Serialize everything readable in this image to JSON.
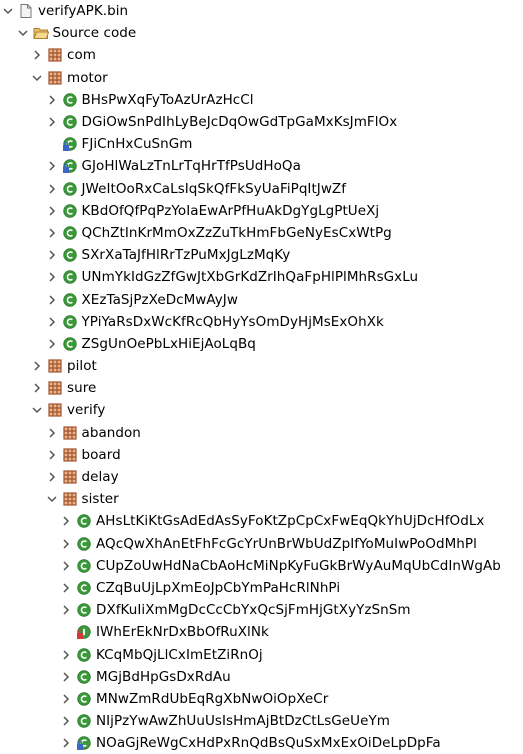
{
  "tree": [
    {
      "label": "verifyAPK.bin",
      "icon": "file-icon",
      "depth": 0,
      "arrow": "expanded"
    },
    {
      "label": "Source code",
      "icon": "folder-icon",
      "depth": 1,
      "arrow": "expanded"
    },
    {
      "label": "com",
      "icon": "package-icon",
      "depth": 2,
      "arrow": "collapsed"
    },
    {
      "label": "motor",
      "icon": "package-icon",
      "depth": 2,
      "arrow": "expanded"
    },
    {
      "label": "BHsPwXqFyToAzUrAzHcCl",
      "icon": "class-icon",
      "depth": 3,
      "arrow": "collapsed"
    },
    {
      "label": "DGiOwSnPdIhLyBeJcDqOwGdTpGaMxKsJmFlOx",
      "icon": "class-icon",
      "depth": 3,
      "arrow": "collapsed"
    },
    {
      "label": "FJiCnHxCuSnGm",
      "icon": "class-locked-icon",
      "depth": 3,
      "arrow": "none"
    },
    {
      "label": "GJoHlWaLzTnLrTqHrTfPsUdHoQa",
      "icon": "class-locked-icon",
      "depth": 3,
      "arrow": "collapsed"
    },
    {
      "label": "JWeItOoRxCaLsIqSkQfFkSyUaFiPqItJwZf",
      "icon": "class-icon",
      "depth": 3,
      "arrow": "collapsed"
    },
    {
      "label": "KBdOfQfPqPzYoIaEwArPfHuAkDgYgLgPtUeXj",
      "icon": "class-icon",
      "depth": 3,
      "arrow": "collapsed"
    },
    {
      "label": "QChZtInKrMmOxZzZuTkHmFbGeNyEsCxWtPg",
      "icon": "class-icon",
      "depth": 3,
      "arrow": "collapsed"
    },
    {
      "label": "SXrXaTaJfHlRrTzPuMxJgLzMqKy",
      "icon": "class-icon",
      "depth": 3,
      "arrow": "collapsed"
    },
    {
      "label": "UNmYkIdGzZfGwJtXbGrKdZrIhQaFpHlPlMhRsGxLu",
      "icon": "class-icon",
      "depth": 3,
      "arrow": "collapsed"
    },
    {
      "label": "XEzTaSjPzXeDcMwAyJw",
      "icon": "class-icon",
      "depth": 3,
      "arrow": "collapsed"
    },
    {
      "label": "YPiYaRsDxWcKfRcQbHyYsOmDyHjMsExOhXk",
      "icon": "class-icon",
      "depth": 3,
      "arrow": "collapsed"
    },
    {
      "label": "ZSgUnOePbLxHiEjAoLqBq",
      "icon": "class-icon",
      "depth": 3,
      "arrow": "collapsed"
    },
    {
      "label": "pilot",
      "icon": "package-icon",
      "depth": 2,
      "arrow": "collapsed"
    },
    {
      "label": "sure",
      "icon": "package-icon",
      "depth": 2,
      "arrow": "collapsed"
    },
    {
      "label": "verify",
      "icon": "package-icon",
      "depth": 2,
      "arrow": "expanded"
    },
    {
      "label": "abandon",
      "icon": "package-icon",
      "depth": 3,
      "arrow": "collapsed"
    },
    {
      "label": "board",
      "icon": "package-icon",
      "depth": 3,
      "arrow": "collapsed"
    },
    {
      "label": "delay",
      "icon": "package-icon",
      "depth": 3,
      "arrow": "collapsed"
    },
    {
      "label": "sister",
      "icon": "package-icon",
      "depth": 3,
      "arrow": "expanded"
    },
    {
      "label": "AHsLtKiKtGsAdEdAsSyFoKtZpCpCxFwEqQkYhUjDcHfOdLx",
      "icon": "class-icon",
      "depth": 4,
      "arrow": "collapsed"
    },
    {
      "label": "AQcQwXhAnEtFhFcGcYrUnBrWbUdZpIfYoMuIwPoOdMhPl",
      "icon": "class-icon",
      "depth": 4,
      "arrow": "collapsed"
    },
    {
      "label": "CUpZoUwHdNaCbAoHcMiNpKyFuGkBrWyAuMqUbCdInWgAb",
      "icon": "class-icon",
      "depth": 4,
      "arrow": "collapsed"
    },
    {
      "label": "CZqBuUjLpXmEoJpCbYmPaHcRlNhPi",
      "icon": "class-icon",
      "depth": 4,
      "arrow": "collapsed"
    },
    {
      "label": "DXfKuIiXmMgDcCcCbYxQcSjFmHjGtXyYzSnSm",
      "icon": "class-icon",
      "depth": 4,
      "arrow": "collapsed"
    },
    {
      "label": "IWhErEkNrDxBbOfRuXlNk",
      "icon": "interface-locked-icon",
      "depth": 4,
      "arrow": "none"
    },
    {
      "label": "KCqMbQjLlCxImEtZiRnOj",
      "icon": "class-icon",
      "depth": 4,
      "arrow": "collapsed"
    },
    {
      "label": "MGjBdHpGsDxRdAu",
      "icon": "class-icon",
      "depth": 4,
      "arrow": "collapsed"
    },
    {
      "label": "MNwZmRdUbEqRgXbNwOiOpXeCr",
      "icon": "class-icon",
      "depth": 4,
      "arrow": "collapsed"
    },
    {
      "label": "NIjPzYwAwZhUuUsIsHmAjBtDzCtLsGeUeYm",
      "icon": "class-icon",
      "depth": 4,
      "arrow": "collapsed"
    },
    {
      "label": "NOaGjReWgCxHdPxRnQdBsQuSxMxExOiDeLpDpFa",
      "icon": "class-locked-icon",
      "depth": 4,
      "arrow": "collapsed"
    }
  ],
  "colors": {
    "class_green": "#3a9a3a",
    "package_brown": "#a0522d",
    "folder_yellow": "#e8c06a",
    "arrow": "#555555",
    "lock_blue": "#3b66c4",
    "lock_red": "#d23b3b"
  }
}
